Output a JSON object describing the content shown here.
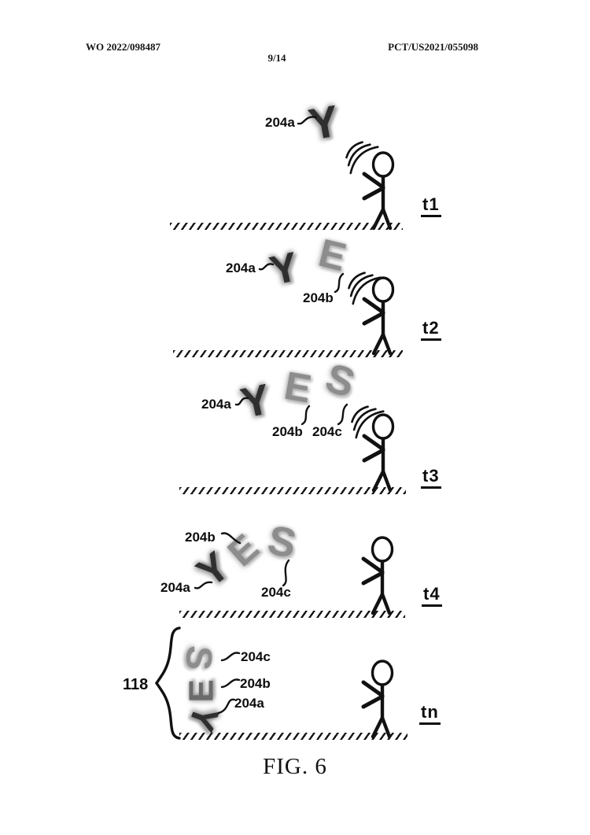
{
  "header": {
    "publication_number": "WO 2022/098487",
    "application_number": "PCT/US2021/055098",
    "sheet_number": "9/14"
  },
  "caption": "FIG. 6",
  "figure": {
    "group_ref": "118",
    "word_spoken": "YES",
    "colors": {
      "ink": "#111111",
      "letter_dark": "#2f2f2f",
      "letter_gray": "#8d8d8d"
    },
    "panels": [
      {
        "time": "t1",
        "letters": [
          "Y"
        ],
        "callouts": [
          "204a"
        ]
      },
      {
        "time": "t2",
        "letters": [
          "Y",
          "E"
        ],
        "callouts": [
          "204a",
          "204b"
        ]
      },
      {
        "time": "t3",
        "letters": [
          "Y",
          "E",
          "S"
        ],
        "callouts": [
          "204a",
          "204b",
          "204c"
        ]
      },
      {
        "time": "t4",
        "letters": [
          "Y",
          "E",
          "S"
        ],
        "callouts": [
          "204b",
          "204a",
          "204c"
        ]
      },
      {
        "time": "tn",
        "letters": [
          "S",
          "E",
          "Y"
        ],
        "callouts": [
          "204c",
          "204b",
          "204a"
        ]
      }
    ]
  }
}
